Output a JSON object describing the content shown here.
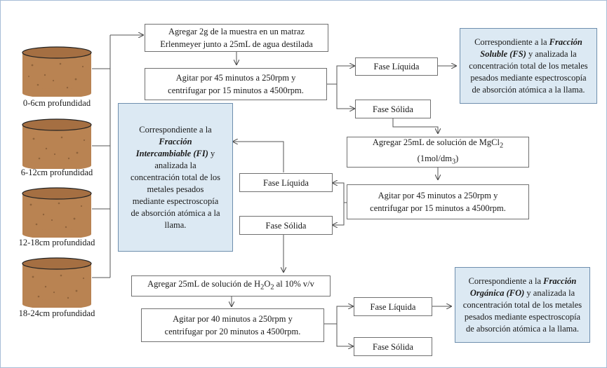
{
  "samples": [
    {
      "label": "0-6cm profundidad"
    },
    {
      "label": "6-12cm profundidad"
    },
    {
      "label": "12-18cm profundidad"
    },
    {
      "label": "18-24cm profundidad"
    }
  ],
  "steps": {
    "add_sample": [
      "Agregar 2g de la muestra en un matraz",
      "Erlenmeyer junto a 25mL de agua destilada"
    ],
    "agitate_1": [
      "Agitar por 45 minutos a 250rpm y",
      "centrifugar por 15 minutos a 4500rpm."
    ],
    "fase_liquida_1": "Fase Líquida",
    "fase_solida_1": "Fase Sólida",
    "add_mgcl2_pre": "Agregar 25mL de solución de MgCl",
    "add_mgcl2_sub": "2",
    "add_mgcl2_line2_pre": "(1mol/dm",
    "add_mgcl2_line2_sub": "3",
    "add_mgcl2_line2_post": ")",
    "agitate_2": [
      "Agitar por 45 minutos a 250rpm y",
      "centrifugar por 15 minutos a 4500rpm."
    ],
    "fase_liquida_2": "Fase Líquida",
    "fase_solida_2": "Fase Sólida",
    "add_h2o2_pre": "Agregar 25mL de solución de H",
    "add_h2o2_sub1": "2",
    "add_h2o2_mid": "O",
    "add_h2o2_sub2": "2",
    "add_h2o2_post": " al 10% v/v",
    "agitate_3": [
      "Agitar por 40 minutos a 250rpm y",
      "centrifugar por 20 minutos a 4500rpm."
    ],
    "fase_liquida_3": "Fase Líquida",
    "fase_solida_3": "Fase Sólida"
  },
  "fractions": {
    "fs": {
      "intro": "Correspondiente a la ",
      "name": "Fracción Soluble (FS)",
      "lines": [
        "y analizada la",
        "concentración total de los metales",
        "pesados mediante espectroscopía",
        "de absorción atómica a la llama."
      ],
      "first_bold": "Fracción",
      "second_bold": "Soluble (FS)"
    },
    "fi": {
      "intro": "Correspondiente a la",
      "name_1": "Fracción",
      "name_2": "Intercambiable (FI)",
      "after_name": " y",
      "lines": [
        "analizada la",
        "concentración total de los",
        "metales pesados",
        "mediante espectroscopía",
        "de absorción atómica a la",
        "llama."
      ]
    },
    "fo": {
      "intro": "Correspondiente a la ",
      "first_bold": "Fracción",
      "second_bold": "Orgánica (FO)",
      "lines": [
        " y analizada la",
        "concentración total de los metales",
        "pesados mediante espectroscopía",
        "de absorción atómica a la llama."
      ]
    }
  },
  "colors": {
    "info_fill": "#dce9f3",
    "frame_border": "#a7bdd6",
    "soil": "#b98352"
  }
}
